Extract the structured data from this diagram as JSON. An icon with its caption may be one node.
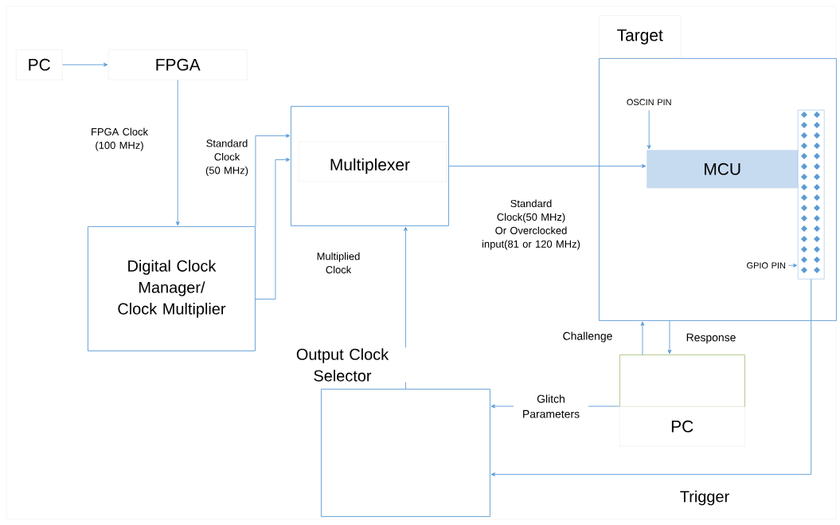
{
  "diagram": {
    "nodes": [
      {
        "text": [
          "PC"
        ]
      },
      {
        "text": [
          "FPGA"
        ]
      },
      {
        "text": [
          "Digital Clock Manager/ Clock Multiplier"
        ]
      },
      {
        "text": [
          "Multiplexer"
        ]
      },
      {
        "text": [
          "Target"
        ]
      },
      {
        "text": [
          "MCU"
        ],
        "in": 4
      },
      {
        "text": [],
        "shape": "bar",
        "in": 4
      },
      {
        "text": [
          "OSCIN PIN"
        ],
        "in": 4
      },
      {
        "text": [
          "GPIO PIN"
        ],
        "in": 4
      },
      {
        "text": [],
        "shape": "box"
      },
      {
        "text": [
          "PC"
        ]
      },
      {
        "text": [],
        "shape": "box"
      }
    ],
    "edges": [
      {
        "from": 0,
        "to": 1,
        "arrow": "to"
      },
      {
        "from": 1,
        "to": 2,
        "arrow": "to",
        "label": "FPGA Clock (100 MHz)"
      },
      {
        "from": 2,
        "to": 3,
        "arrow": "to",
        "label": "Standard Clock (50 MHz)"
      },
      {
        "from": 2,
        "to": 3,
        "arrow": "to",
        "label": "Multiplied Clock"
      },
      {
        "from": 3,
        "to": 5,
        "arrow": "to",
        "label": "Standard Clock(50 MHz) Or Overclocked input(81 or 120 MHz)"
      },
      {
        "from": 7,
        "to": 5,
        "arrow": "to"
      },
      {
        "from": 8,
        "to": 6,
        "arrow": "to"
      },
      {
        "from": 11,
        "to": 3,
        "arrow": "to",
        "label": "Output Clock Selector"
      },
      {
        "from": 9,
        "to": 4,
        "arrow": "to",
        "label": "Challenge"
      },
      {
        "from": 4,
        "to": 9,
        "arrow": "to",
        "label": "Response"
      },
      {
        "from": 10,
        "to": 11,
        "arrow": "to",
        "label": "Glitch Parameters"
      },
      {
        "from": 6,
        "to": 11,
        "arrow": "to",
        "label": "Trigger"
      }
    ]
  }
}
